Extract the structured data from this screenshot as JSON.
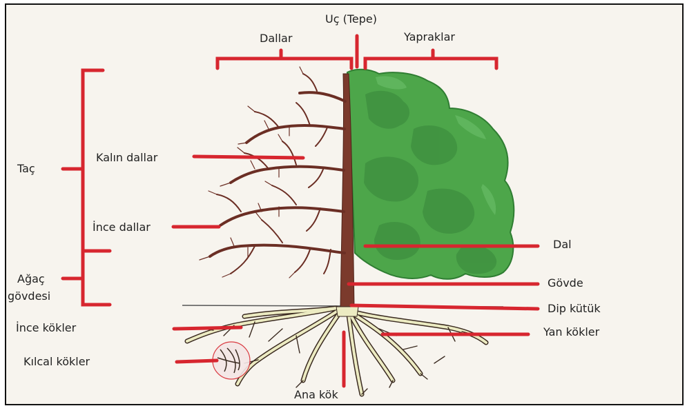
{
  "labels": {
    "tip": "Uç (Tepe)",
    "branches_top": "Dallar",
    "leaves": "Yapraklar",
    "crown": "Taç",
    "thick_branches": "Kalın dallar",
    "thin_branches": "İnce dallar",
    "trunk_line1": "Ağaç",
    "trunk_line2": "gövdesi",
    "branch": "Dal",
    "stem": "Gövde",
    "stump": "Dip kütük",
    "side_roots": "Yan kökler",
    "thin_roots": "İnce kökler",
    "capillary_roots": "Kılcal kökler",
    "taproot": "Ana kök"
  },
  "colors": {
    "pointer": "#d7262f",
    "foliage": "#4da64a",
    "foliage_dark": "#2f7d32",
    "trunk": "#7b3a2c",
    "roots": "#ecebc2",
    "background": "#f7f4ee"
  }
}
